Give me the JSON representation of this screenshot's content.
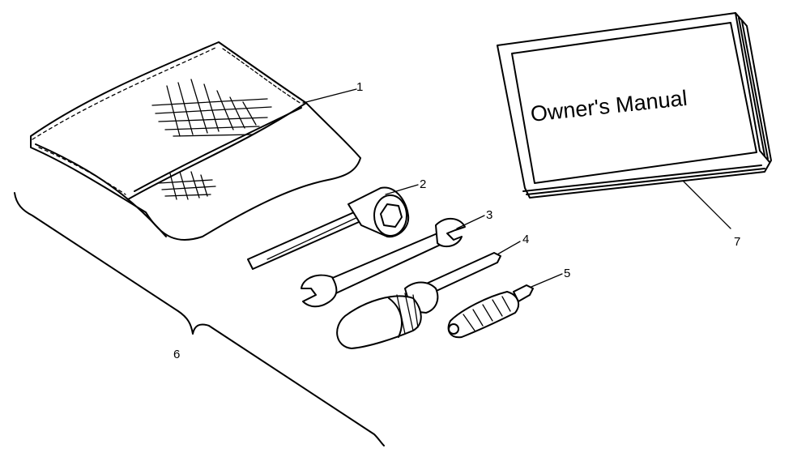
{
  "manual": {
    "cover_title": "Owner's Manual"
  },
  "callouts": [
    {
      "id": "1",
      "label": "1",
      "part": "tool-pouch"
    },
    {
      "id": "2",
      "label": "2",
      "part": "spark-plug-wrench"
    },
    {
      "id": "3",
      "label": "3",
      "part": "open-end-wrench"
    },
    {
      "id": "4",
      "label": "4",
      "part": "screwdriver"
    },
    {
      "id": "5",
      "label": "5",
      "part": "screwdriver-bit"
    },
    {
      "id": "6",
      "label": "6",
      "part": "tool-kit"
    },
    {
      "id": "7",
      "label": "7",
      "part": "owners-manual"
    }
  ]
}
